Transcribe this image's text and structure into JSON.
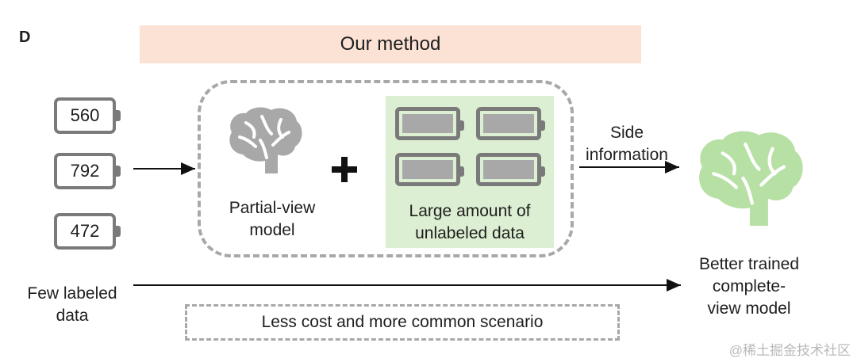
{
  "panel_letter": "D",
  "method_title": "Our method",
  "labeled_values": [
    "560",
    "792",
    "472"
  ],
  "few_labeled_label": [
    "Few labeled",
    "data"
  ],
  "partial_model_label": [
    "Partial-view",
    "model"
  ],
  "unlabeled_label": [
    "Large amount of",
    "unlabeled data"
  ],
  "side_information_label": [
    "Side",
    "information"
  ],
  "complete_model_label": [
    "Better trained",
    "complete-",
    "view model"
  ],
  "scenario_text": "Less cost and more common scenario",
  "watermark": "@稀土掘金技术社区",
  "colors": {
    "banner": "#fbe2d4",
    "unlabeled_bg": "#dcefd2",
    "brain_gray": "#a8a8a8",
    "brain_green": "#b7e0a5",
    "border_gray": "#a8a8a8"
  }
}
